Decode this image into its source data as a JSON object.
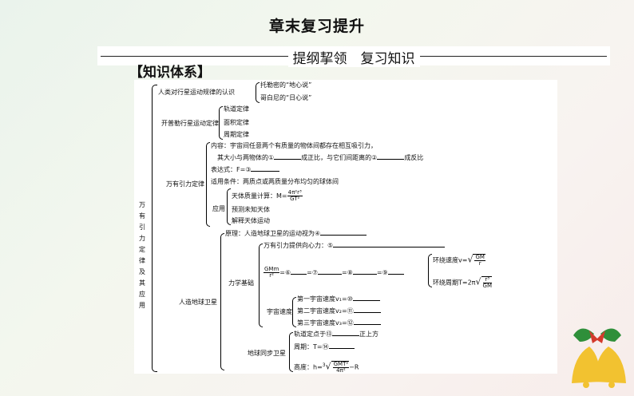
{
  "header": {
    "title": "章末复习提升",
    "subtitle": "提纲挈领　复习知识"
  },
  "section": {
    "label": "【知识体系】"
  },
  "tree": {
    "root": [
      "万",
      "有",
      "引",
      "力",
      "定",
      "律",
      "及",
      "其",
      "应",
      "用"
    ],
    "b1": {
      "label": "人类对行星运动规律的认识",
      "geo": "托勒密的“地心说”",
      "helio": "哥白尼的“日心说”"
    },
    "b2": {
      "label": "开普勒行星运动定律",
      "l1": "轨道定律",
      "l2": "面积定律",
      "l3": "周期定律"
    },
    "b3": {
      "label": "万有引力定律",
      "content1": "内容：宇宙间任意两个有质量的物体间都存在相互吸引力，",
      "content2a": "其大小与两物体的①",
      "content2b": "成正比，与它们间距离的②",
      "content2c": "成反比",
      "expr": "表达式：F=③",
      "cond": "适用条件：两质点或两质量分布均匀的球体间",
      "app": "应用",
      "mass": "天体质量计算：M=",
      "mass_num": "4π²r³",
      "mass_den": "GT²",
      "predict": "预测未知天体",
      "explain": "解释天体运动"
    },
    "b4": {
      "label": "人造地球卫星",
      "principle": "原理：人造地球卫星的运动视为④",
      "mech": "力学基础",
      "force": "万有引力提供向心力：⑤",
      "gm_num": "GMm",
      "gm_den": "r²",
      "eq6": "=⑥",
      "eq7": "=⑦",
      "eq8": "=⑧",
      "eq9": "=⑨",
      "v_label": "环绕速度v=",
      "v_num": "GM",
      "v_den": "r",
      "t_label": "环绕周期T=2π",
      "t_num": "r³",
      "t_den": "GM",
      "cosmic": "宇宙速度",
      "c1": "第一宇宙速度v₁=⑩",
      "c2": "第二宇宙速度v₂=⑪",
      "c3": "第三宇宙速度v₃=⑫",
      "geo_sat": "地球同步卫星",
      "orbit_a": "轨道定点于⑬",
      "orbit_b": "正上方",
      "period": "周期：T=⑭",
      "height": "高度：h=",
      "h_idx": "3",
      "h_num": "GMT²",
      "h_den": "4π²",
      "h_tail": "−R"
    }
  },
  "colors": {
    "bell": "#f2c230",
    "leaf": "#2f8f3a",
    "bow": "#d33a2c"
  }
}
